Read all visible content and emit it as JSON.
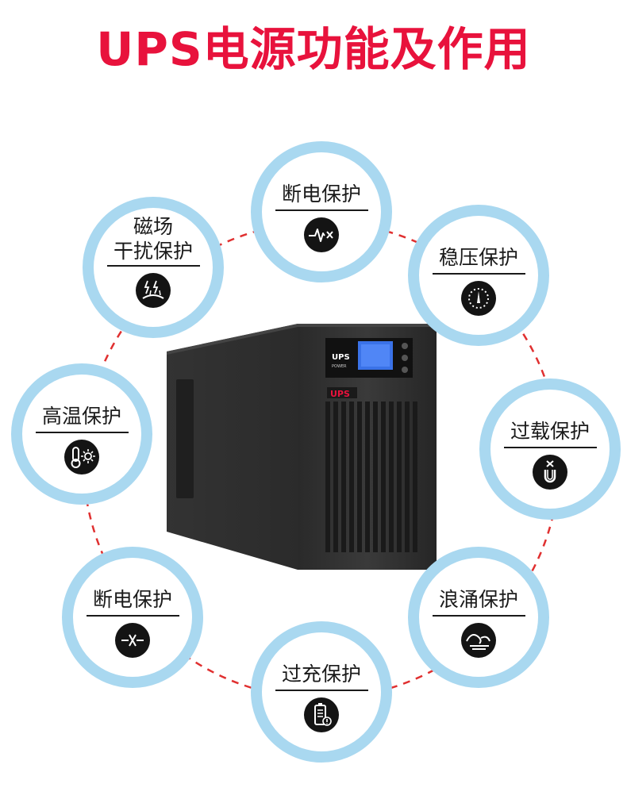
{
  "title": "UPS电源功能及作用",
  "colors": {
    "title_red": "#e8123c",
    "ring_blue": "#a9d8f0",
    "dash_red": "#e03030",
    "icon_dark": "#141414"
  },
  "device": {
    "brand_label": "UPS",
    "panel_text": "UPS",
    "panel_subtext": "POWER"
  },
  "features": [
    {
      "label": "断电保护",
      "icon": "power-cut-wave-icon"
    },
    {
      "label": "稳压保护",
      "icon": "voltage-gauge-icon"
    },
    {
      "label": "过载保护",
      "icon": "overload-magnet-icon"
    },
    {
      "label": "浪涌保护",
      "icon": "surge-wave-icon"
    },
    {
      "label": "过充保护",
      "icon": "battery-warning-icon"
    },
    {
      "label": "断电保护",
      "icon": "broken-line-icon"
    },
    {
      "label": "高温保护",
      "icon": "thermometer-sun-icon"
    },
    {
      "label": "磁场干扰保护",
      "label_lines": [
        "磁场",
        "干扰保护"
      ],
      "icon": "magnetic-interference-icon"
    }
  ]
}
